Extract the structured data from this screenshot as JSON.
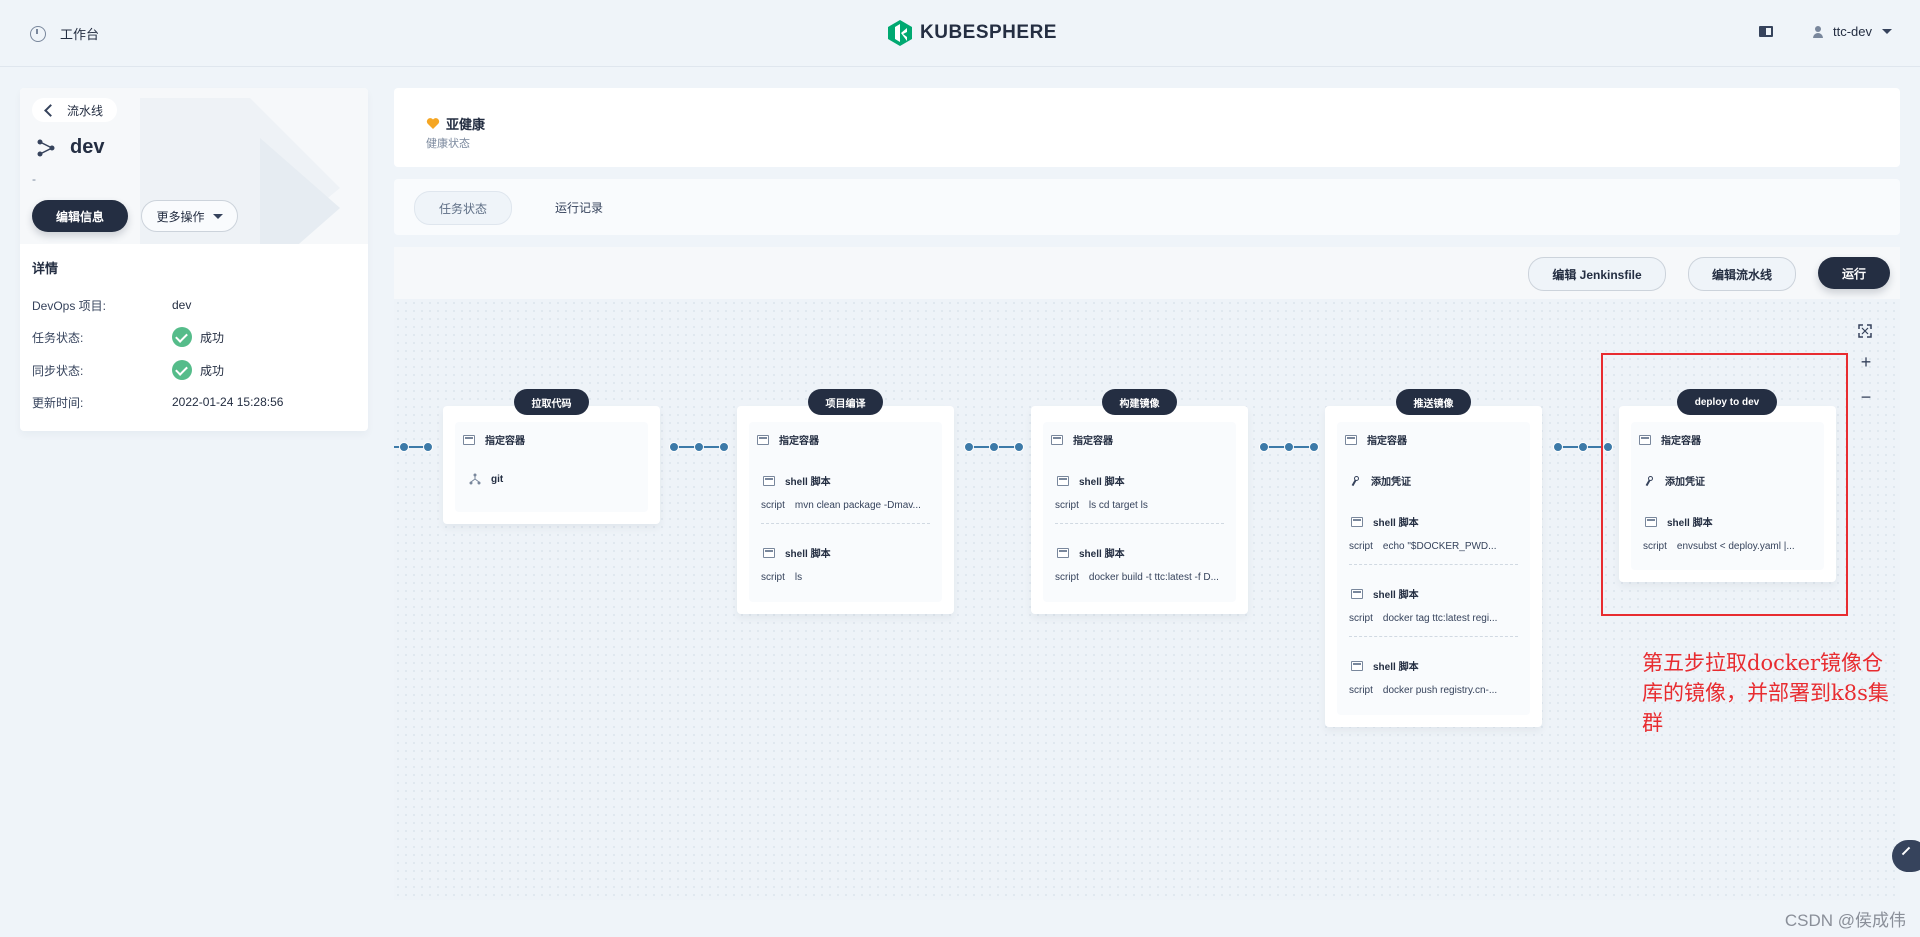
{
  "topbar": {
    "workbench": "工作台",
    "logo_text": "KUBESPHERE",
    "user": "ttc-dev"
  },
  "sidebar": {
    "back_label": "流水线",
    "pipeline_name": "dev",
    "description": "-",
    "edit_button": "编辑信息",
    "more_button": "更多操作",
    "details_title": "详情",
    "details": [
      {
        "key": "DevOps 项目:",
        "value": "dev"
      },
      {
        "key": "任务状态:",
        "value": "成功"
      },
      {
        "key": "同步状态:",
        "value": "成功"
      },
      {
        "key": "更新时间:",
        "value": "2022-01-24 15:28:56"
      }
    ]
  },
  "health": {
    "title": "亚健康",
    "subtitle": "健康状态",
    "color": "#f5a623"
  },
  "tabs": [
    "任务状态",
    "运行记录"
  ],
  "toolbar": {
    "edit_jenkinsfile": "编辑 Jenkinsfile",
    "edit_pipeline": "编辑流水线",
    "run": "运行"
  },
  "canvas": {
    "zoom_controls": [
      "fullscreen-icon",
      "+",
      "−"
    ]
  },
  "stages": [
    {
      "name": "拉取代码",
      "container": "指定容器",
      "steps": [
        {
          "type": "git",
          "label": "git"
        }
      ]
    },
    {
      "name": "项目编译",
      "container": "指定容器",
      "steps": [
        {
          "type": "shell",
          "label": "shell 脚本",
          "script_label": "script",
          "script": "mvn clean package -Dmav..."
        },
        {
          "type": "shell",
          "label": "shell 脚本",
          "script_label": "script",
          "script": "ls"
        }
      ]
    },
    {
      "name": "构建镜像",
      "container": "指定容器",
      "steps": [
        {
          "type": "shell",
          "label": "shell 脚本",
          "script_label": "script",
          "script": "ls cd target ls"
        },
        {
          "type": "shell",
          "label": "shell 脚本",
          "script_label": "script",
          "script": "docker build -t ttc:latest -f D..."
        }
      ]
    },
    {
      "name": "推送镜像",
      "container": "指定容器",
      "credential": "添加凭证",
      "steps": [
        {
          "type": "shell",
          "label": "shell 脚本",
          "script_label": "script",
          "script": "echo \"$DOCKER_PWD..."
        },
        {
          "type": "shell",
          "label": "shell 脚本",
          "script_label": "script",
          "script": "docker tag ttc:latest regi..."
        },
        {
          "type": "shell",
          "label": "shell 脚本",
          "script_label": "script",
          "script": "docker push registry.cn-..."
        }
      ]
    },
    {
      "name": "deploy to dev",
      "container": "指定容器",
      "credential": "添加凭证",
      "steps": [
        {
          "type": "shell",
          "label": "shell 脚本",
          "script_label": "script",
          "script": "envsubst < deploy.yaml |..."
        }
      ]
    }
  ],
  "annotation": {
    "text": "第五步拉取docker镜像仓库的镜像，并部署到k8s集群",
    "color": "#e82c30"
  },
  "watermark": "CSDN @侯成伟"
}
